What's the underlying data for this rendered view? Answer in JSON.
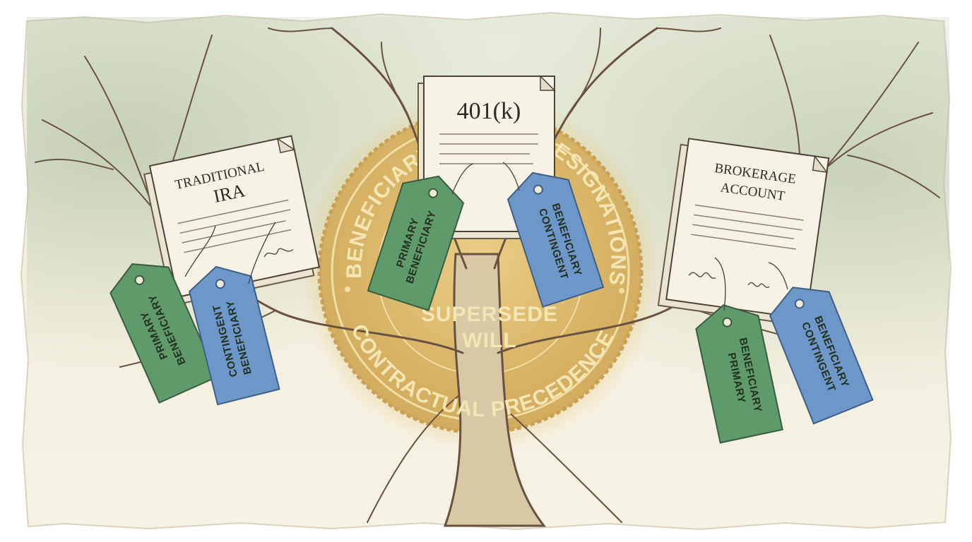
{
  "seal": {
    "arc_left": "BENEFICIARY",
    "arc_right": "DESIGNATIONS",
    "arc_bottom": "CONTRACTUAL PRECEDENCE",
    "center_line1": "SUPERSEDE",
    "center_line2": "WILL",
    "color": "#d9b25e"
  },
  "accounts": [
    {
      "title_line1": "TRADITIONAL",
      "title_line2": "IRA",
      "primary_tag": {
        "line1": "PRIMARY",
        "line2": "BENEFICIARY"
      },
      "contingent_tag": {
        "line1": "CONTINGENT",
        "line2": "BENEFICIARY"
      }
    },
    {
      "title_line1": "401(k)",
      "primary_tag": {
        "line1": "PRIMARY",
        "line2": "BENEFICIARY"
      },
      "contingent_tag": {
        "line1": "CONTINGENT",
        "line2": "BENEFICIARY"
      }
    },
    {
      "title_line1": "BROKERAGE",
      "title_line2": "ACCOUNT",
      "primary_tag": {
        "line1": "PRIMARY",
        "line2": "BENEFICIARY"
      },
      "contingent_tag": {
        "line1": "CONTINGENT",
        "line2": "BENEFICIARY"
      }
    }
  ],
  "colors": {
    "primary_tag": "#5f9a6a",
    "contingent_tag": "#6d97c9",
    "paper": "#f3efdf",
    "branch": "#6a5240"
  }
}
